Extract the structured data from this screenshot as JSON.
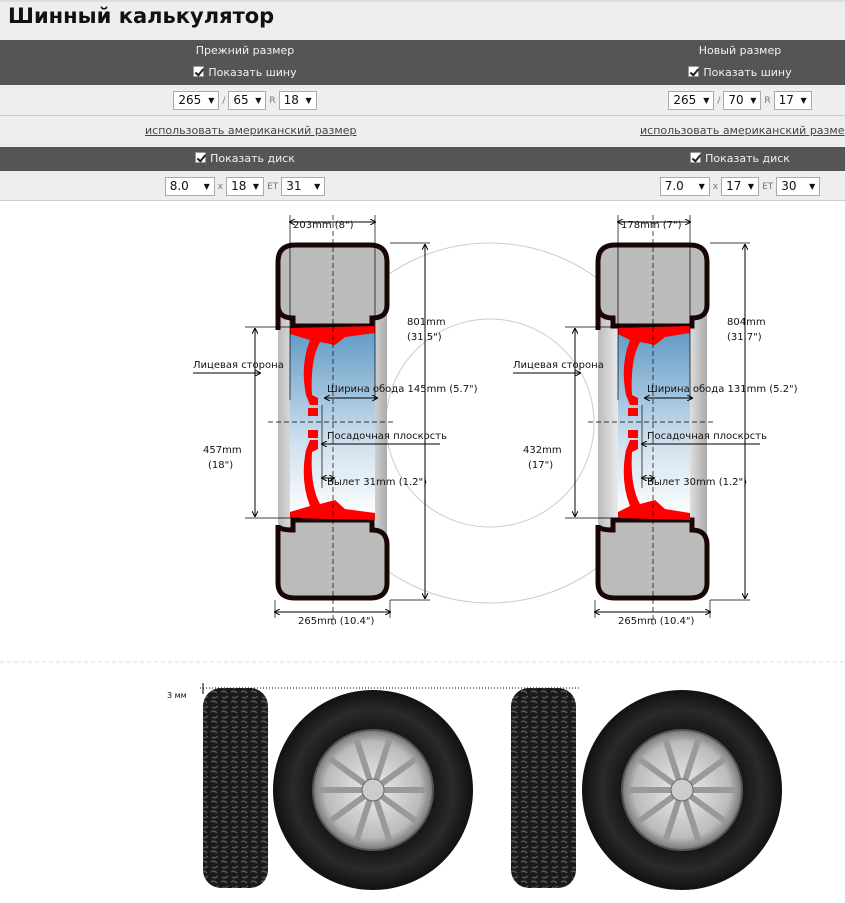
{
  "title": "Шинный калькулятор",
  "old": {
    "header": "Прежний размер",
    "show_tire": "Показать шину",
    "width": "265",
    "profile": "65",
    "diameter": "18",
    "tire_sep": "/",
    "r_label": "R",
    "american_link": "использовать американский размер",
    "show_disc": "Показать диск",
    "rim_width": "8.0",
    "x_label": "x",
    "rim_diameter": "18",
    "et_label": "ET",
    "et": "31"
  },
  "new": {
    "header": "Новый размер",
    "show_tire": "Показать шину",
    "width": "265",
    "profile": "70",
    "diameter": "17",
    "tire_sep": "/",
    "r_label": "R",
    "american_link": "использовать американский размер",
    "show_disc": "Показать диск",
    "rim_width": "7.0",
    "x_label": "x",
    "rim_diameter": "17",
    "et_label": "ET",
    "et": "30"
  },
  "diagram_old": {
    "rim_top": "203mm (8\")",
    "height_mm": "801mm",
    "height_in": "(31.5\")",
    "face": "Лицевая сторона",
    "rim_width_label": "Ширина обода 145mm (5.7\")",
    "mount": "Посадочная плоскость",
    "offset": "Вылет 31mm (1.2\")",
    "disc_mm": "457mm",
    "disc_in": "(18\")",
    "tire_width": "265mm (10.4\")"
  },
  "diagram_new": {
    "rim_top": "178mm (7\")",
    "height_mm": "804mm",
    "height_in": "(31.7\")",
    "face": "Лицевая сторона",
    "rim_width_label": "Ширина обода  131mm (5.2\")",
    "mount": "Посадочная плоскость",
    "offset": "Вылет 30mm (1.2\")",
    "disc_mm": "432mm",
    "disc_in": "(17\")",
    "tire_width": "265mm (10.4\")"
  },
  "clearance_label": "3 мм",
  "colors": {
    "dark_bar": "#555555",
    "light_bar": "#eeeeee",
    "spoke": "#ff0000",
    "rim_blue": "#6fa6cf"
  }
}
